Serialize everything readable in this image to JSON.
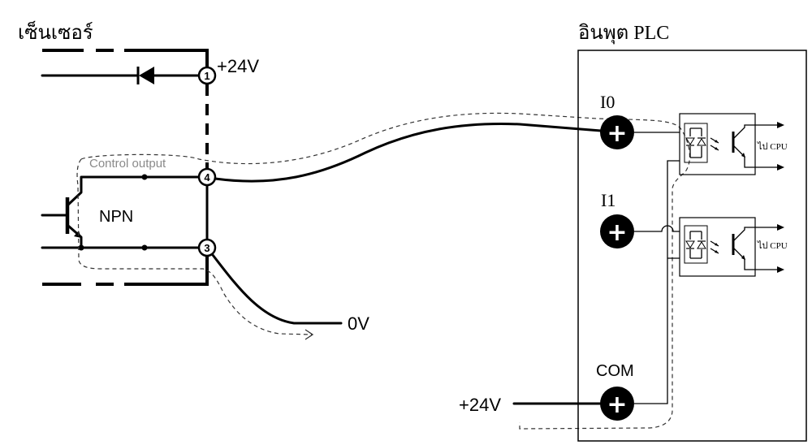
{
  "sensor": {
    "title": "เซ็นเซอร์",
    "supply_label": "+24V",
    "terminals": {
      "pin1": "1",
      "pin4": "4",
      "pin3": "3"
    },
    "control_output_label": "Control output",
    "transistor_label": "NPN",
    "ground_label": "0V"
  },
  "plc": {
    "title": "อินพุต PLC",
    "inputs": [
      {
        "label": "I0",
        "symbol": "+",
        "to_cpu_label": "ไป CPU"
      },
      {
        "label": "I1",
        "symbol": "+",
        "to_cpu_label": "ไป CPU"
      }
    ],
    "common": {
      "label": "COM",
      "symbol": "+",
      "supply_label": "+24V"
    }
  },
  "colors": {
    "wire": "#000000",
    "current_path": "#333333",
    "muted_label": "#8a8a8a",
    "terminal_fill": "#000000",
    "background": "#ffffff"
  }
}
